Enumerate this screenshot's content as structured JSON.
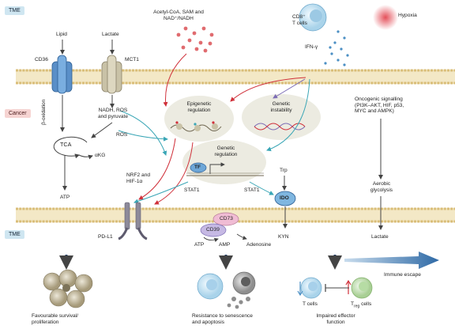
{
  "regions": {
    "tme_top": "TME",
    "cancer": "Cancer",
    "tme_bottom": "TME"
  },
  "transporters": {
    "lipid": "Lipid",
    "lactate": "Lactate",
    "cd36": "CD36",
    "mct1": "MCT1"
  },
  "metabolism": {
    "beta_oxidation": "β-oxidation",
    "tca": "TCA",
    "akg": "αKG",
    "atp": "ATP",
    "nadh_line1": "NADH, ROS",
    "nadh_line2": "and pyruvate",
    "ros": "ROS",
    "nrf2_line1": "NRF2 and",
    "nrf2_line2": "HIF-1α"
  },
  "metabolites": {
    "line1": "Acetyl-CoA, SAM and",
    "line2": "NAD⁺/NADH"
  },
  "tme_factors": {
    "cd8_line1": "CD8⁺",
    "cd8_line2": "T cells",
    "ifng": "IFN-γ",
    "hypoxia": "Hypoxia"
  },
  "nucleus": {
    "epigenetic_line1": "Epigenetic",
    "epigenetic_line2": "regulation",
    "genetic_instability_line1": "Genetic",
    "genetic_instability_line2": "instability",
    "genetic_reg_line1": "Genetic",
    "genetic_reg_line2": "regulation",
    "tf": "TF"
  },
  "oncogenic": {
    "line1": "Oncogenic signalling",
    "line2": "(PI3K–AKT, HIF, p53,",
    "line3": "MYC and AMPK)",
    "aerobic_line1": "Aerobic",
    "aerobic_line2": "glycolysis",
    "lactate_out": "Lactate"
  },
  "signals": {
    "stat1_left": "STAT1",
    "stat1_right": "STAT1",
    "trp": "Trp",
    "ido": "IDO",
    "kyn": "KYN"
  },
  "membrane_proteins": {
    "pdl1": "PD-L1",
    "cd73": "CD73",
    "cd39": "CD39",
    "atp": "ATP",
    "amp": "AMP",
    "adenosine": "Adenosine"
  },
  "outcomes": {
    "survival_line1": "Favourable survival/",
    "survival_line2": "proliferation",
    "resistance_line1": "Resistance to senescence",
    "resistance_line2": "and apoptosis",
    "tcells": "T cells",
    "treg_main": "T",
    "treg_sub": "reg",
    "treg_tail": " cells",
    "impaired_line1": "Impaired effector",
    "impaired_line2": "function",
    "immune_escape": "Immune escape"
  },
  "colors": {
    "membrane": "#e3c98a",
    "nucleus": "#ecebe1",
    "red_arrow": "#d0303a",
    "teal_arrow": "#3aa6b6",
    "purple_arrow": "#7d6db5",
    "tme_badge": "#cfe6f1",
    "cancer_badge": "#f6d4d2"
  }
}
